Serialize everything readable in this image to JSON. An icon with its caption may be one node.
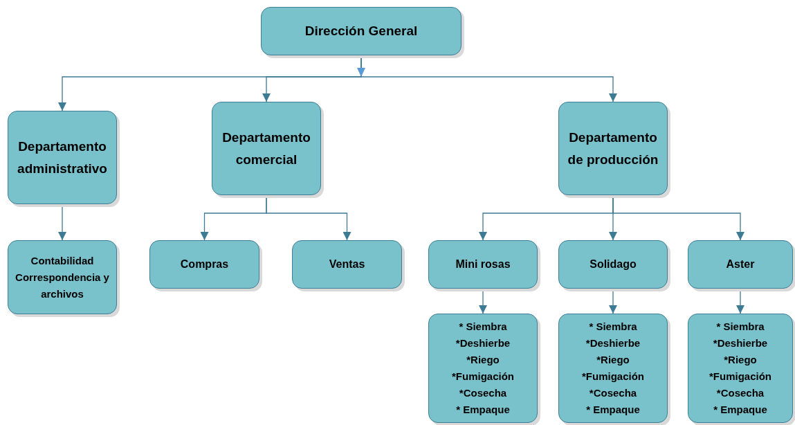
{
  "diagram": {
    "nodes": [
      {
        "text": [
          "Dirección General"
        ]
      },
      {
        "text": [
          "Departamento administrativo"
        ]
      },
      {
        "text": [
          "Departamento comercial"
        ]
      },
      {
        "text": [
          "Departamento de producción"
        ]
      },
      {
        "text": [
          "Contabilidad",
          "Correspondencia y archivos"
        ]
      },
      {
        "text": [
          "Compras"
        ]
      },
      {
        "text": [
          "Ventas"
        ]
      },
      {
        "text": [
          "Mini rosas"
        ]
      },
      {
        "text": [
          "Solidago"
        ]
      },
      {
        "text": [
          "Aster"
        ]
      },
      {
        "text": [
          "* Siembra",
          "*Deshierbe",
          "*Riego",
          "*Fumigación",
          "*Cosecha",
          "* Empaque"
        ]
      },
      {
        "text": [
          "* Siembra",
          "*Deshierbe",
          "*Riego",
          "*Fumigación",
          "*Cosecha",
          "* Empaque"
        ]
      },
      {
        "text": [
          "* Siembra",
          "*Deshierbe",
          "*Riego",
          "*Fumigación",
          "*Cosecha",
          "* Empaque"
        ]
      }
    ],
    "edges": [
      {
        "from": 0,
        "to": 1,
        "arrow": "to"
      },
      {
        "from": 0,
        "to": 2,
        "arrow": "to"
      },
      {
        "from": 0,
        "to": 3,
        "arrow": "to"
      },
      {
        "from": 1,
        "to": 4,
        "arrow": "to"
      },
      {
        "from": 2,
        "to": 5,
        "arrow": "to"
      },
      {
        "from": 2,
        "to": 6,
        "arrow": "to"
      },
      {
        "from": 3,
        "to": 7,
        "arrow": "to"
      },
      {
        "from": 3,
        "to": 8,
        "arrow": "to"
      },
      {
        "from": 3,
        "to": 9,
        "arrow": "to"
      },
      {
        "from": 7,
        "to": 10,
        "arrow": "to"
      },
      {
        "from": 8,
        "to": 11,
        "arrow": "to"
      },
      {
        "from": 9,
        "to": 12,
        "arrow": "to"
      }
    ]
  }
}
